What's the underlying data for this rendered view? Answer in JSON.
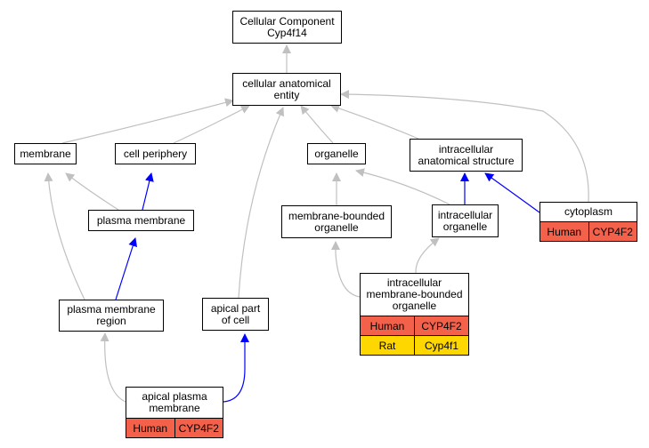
{
  "nodes": {
    "root": "Cellular Component\nCyp4f14",
    "cae": "cellular anatomical\nentity",
    "membrane": "membrane",
    "cell_periphery": "cell periphery",
    "organelle": "organelle",
    "ias": "intracellular\nanatomical structure",
    "plasma_membrane": "plasma membrane",
    "mbo": "membrane-bounded\norganelle",
    "intra_org": "intracellular\norganelle",
    "cytoplasm": "cytoplasm",
    "pmr": "plasma membrane\nregion",
    "apical_part": "apical part\nof cell",
    "imbo": "intracellular\nmembrane-bounded\norganelle",
    "apm": "apical plasma\nmembrane"
  },
  "annotations": {
    "cytoplasm": [
      {
        "species": "Human",
        "gene": "CYP4F2"
      }
    ],
    "imbo": [
      {
        "species": "Human",
        "gene": "CYP4F2"
      },
      {
        "species": "Rat",
        "gene": "Cyp4f1"
      }
    ],
    "apm": [
      {
        "species": "Human",
        "gene": "CYP4F2"
      }
    ]
  },
  "colors": {
    "edge_gray": "#c0c0c0",
    "edge_blue": "#0000ff",
    "human": "#f4614a",
    "rat": "#ffd700"
  }
}
